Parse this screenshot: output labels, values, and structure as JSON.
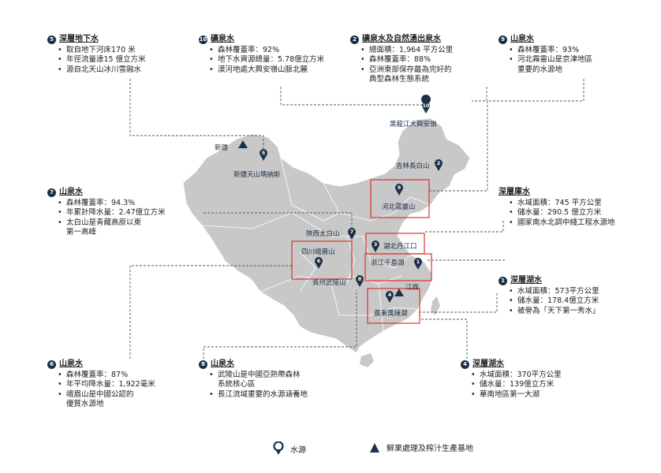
{
  "callouts": [
    {
      "id": "c-tl",
      "badge": "5",
      "title": "深層地下水",
      "bullets": [
        "取自地下河床170 米",
        "年徑流量達15 億立方米",
        "源自北天山冰川雪融水"
      ]
    },
    {
      "id": "c-tc",
      "badge": "10",
      "title": "礦泉水",
      "bullets": [
        "森林覆蓋率：92%",
        "地下水資源總量：5.78億立方米",
        "漠河地處大興安嶺山脈北麓"
      ]
    },
    {
      "id": "c-tc2",
      "badge": "2",
      "title": "礦泉水及自然湧出泉水",
      "bullets": [
        "總面積：1,964 平方公里",
        "森林覆蓋率：88%",
        "亞洲東部保存最為完好的",
        "典型森林生態系統"
      ]
    },
    {
      "id": "c-tr",
      "badge": "9",
      "title": "山泉水",
      "bullets": [
        "森林覆蓋率：93%",
        "河北霧靈山是京津地區",
        "重要的水源地"
      ]
    },
    {
      "id": "c-ml",
      "badge": "7",
      "title": "山泉水",
      "bullets": [
        "森林覆蓋率：94.3%",
        "年累計降水量：2.47億立方米",
        "太白山是青藏高原以東",
        "第一高峰"
      ]
    },
    {
      "id": "c-mr",
      "badge": "",
      "title": "深層庫水",
      "bullets": [
        "水域面積：745 平方公里",
        "儲水量：290.5 億立方米",
        "國家南水北調中綫工程水源地"
      ]
    },
    {
      "id": "c-mr2",
      "badge": "1",
      "title": "深層湖水",
      "bullets": [
        "水域面積：573平方公里",
        "儲水量：178.4億立方米",
        "被譽為「天下第一秀水」"
      ]
    },
    {
      "id": "c-bl",
      "badge": "6",
      "title": "山泉水",
      "bullets": [
        "森林覆蓋率：87%",
        "年平均降水量：1,922毫米",
        "峨眉山是中國公認的",
        "優質水源地"
      ]
    },
    {
      "id": "c-bc",
      "badge": "8",
      "title": "山泉水",
      "bullets": [
        "武陵山是中國亞熱帶森林",
        "系統核心區",
        "長江流域重要的水源涵養地"
      ]
    },
    {
      "id": "c-br",
      "badge": "4",
      "title": "深層湖水",
      "bullets": [
        "水域面積：370平方公里",
        "儲水量：139億立方米",
        "華南地區第一大湖"
      ]
    }
  ],
  "map_labels": {
    "heilongjiang": "黑龍江大興安嶺",
    "xinjiang": "新疆",
    "tianshan": "新疆天山瑪納斯",
    "jilin": "吉林長白山",
    "hebei": "河北霧靈山",
    "shaanxi": "陝西太白山",
    "hubei": "湖北丹江口",
    "sichuan": "四川峨眉山",
    "zhejiang": "浙江千島湖",
    "guizhou": "貴州武陵山",
    "jiangxi": "江西",
    "guangdong": "廣東萬綠湖"
  },
  "pins": {
    "heilongjiang": "10",
    "tianshan": "5",
    "jilin": "2",
    "hebei": "9",
    "shaanxi": "7",
    "hubei": "3",
    "sichuan": "6",
    "zhejiang": "1",
    "guizhou": "8",
    "guangdong": "4"
  },
  "legend": {
    "water_source": "水源",
    "processing_base": "鮮果處理及榨汁生產基地"
  },
  "colors": {
    "map_fill": "#c8c8c8",
    "map_stroke": "#ffffff",
    "pin": "#1c3047",
    "highlight": "#d9342b",
    "leader": "#555555"
  }
}
